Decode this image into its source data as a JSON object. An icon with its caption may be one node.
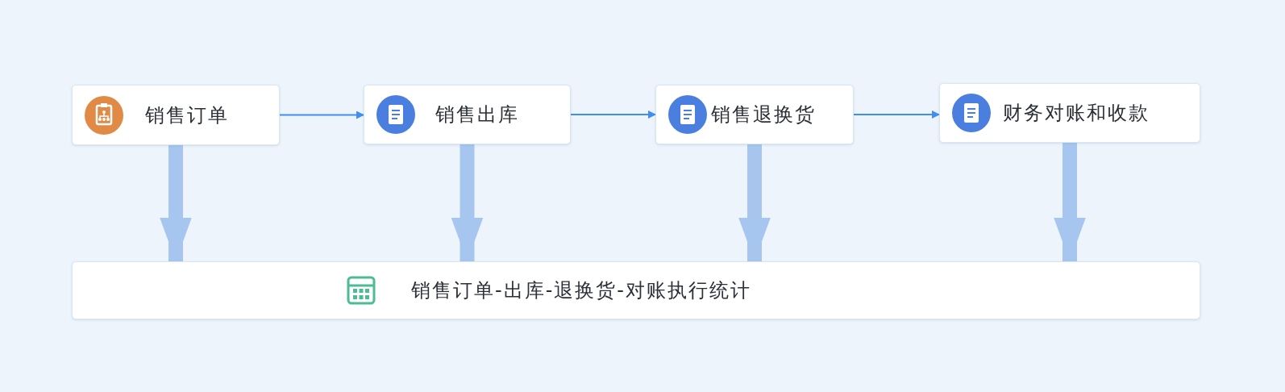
{
  "diagram": {
    "nodes": [
      {
        "text": [
          "销售订单"
        ]
      },
      {
        "text": [
          "销售出库"
        ]
      },
      {
        "text": [
          "销售退换货"
        ]
      },
      {
        "text": [
          "财务对账和收款"
        ]
      },
      {
        "text": [
          "销售订单-出库-退换货-对账执行统计"
        ]
      }
    ],
    "edges": [
      {
        "from": 0,
        "to": 1,
        "arrow": "to",
        "color": "#3f8ef0"
      },
      {
        "from": 1,
        "to": 2,
        "arrow": "to",
        "color": "#3f8ef0"
      },
      {
        "from": 2,
        "to": 3,
        "arrow": "to",
        "color": "#3f8ef0"
      },
      {
        "from": 0,
        "to": 4,
        "arrow": "to"
      },
      {
        "from": 1,
        "to": 4,
        "arrow": "to"
      },
      {
        "from": 2,
        "to": 4,
        "arrow": "to"
      },
      {
        "from": 3,
        "to": 4,
        "arrow": "to"
      }
    ]
  }
}
